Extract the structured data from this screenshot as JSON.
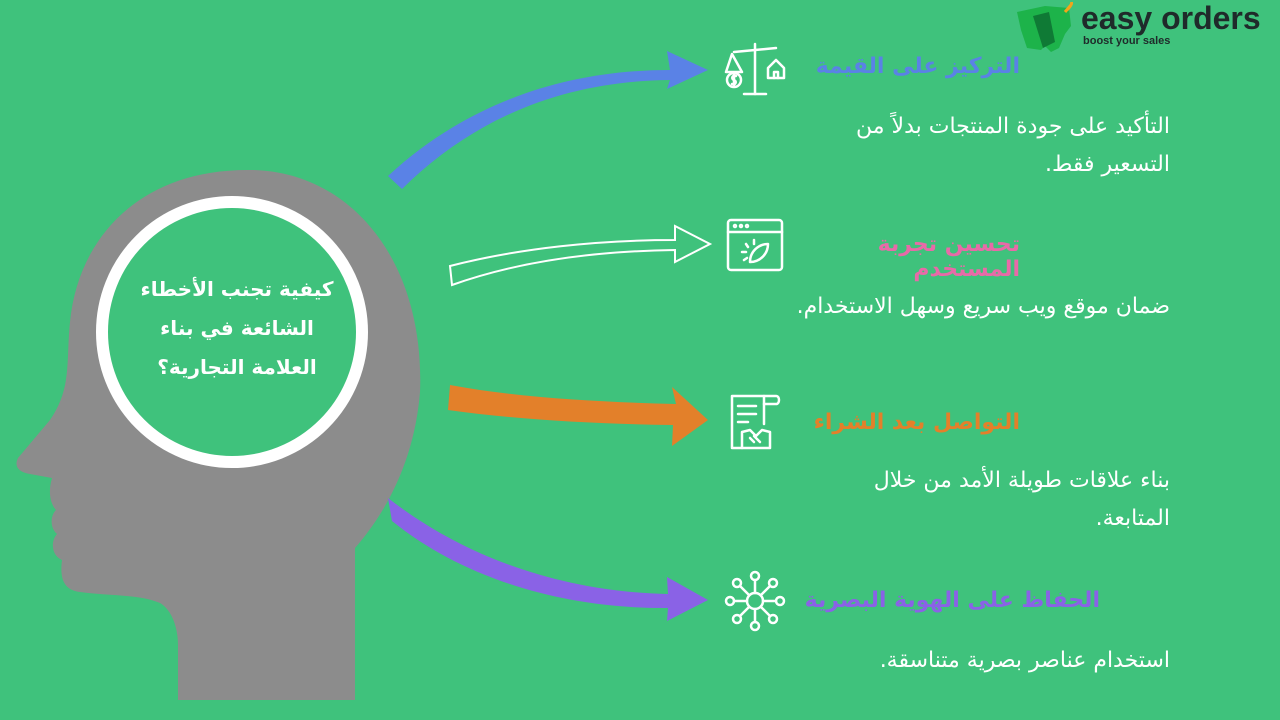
{
  "brand": {
    "name": "easy orders",
    "tagline": "boost your sales",
    "color": "#1f2a2a",
    "logo_colors": [
      "#1db34a",
      "#0f7a35",
      "#f2a51a"
    ]
  },
  "center": {
    "lines": [
      "كيفية تجنب الأخطاء",
      "الشائعة في بناء",
      "العلامة التجارية؟"
    ]
  },
  "colors": {
    "background": "#3fc27c",
    "head": "#8c8c8c",
    "circle_fill": "#3fc27c",
    "circle_stroke": "#ffffff",
    "icon_stroke": "#ffffff"
  },
  "items": [
    {
      "title": "التركيز على القيمة",
      "desc_lines": [
        "التأكيد على جودة المنتجات بدلاً من",
        "التسعير فقط."
      ],
      "color": "#5a82e6",
      "arrow_style": "filled",
      "icon": "balance-scale-icon"
    },
    {
      "title": "تحسين تجربة المستخدم",
      "desc_lines": [
        "ضمان موقع ويب سريع وسهل الاستخدام."
      ],
      "color": "#e86aa8",
      "arrow_style": "outline",
      "icon": "browser-window-icon"
    },
    {
      "title": "التواصل بعد الشراء",
      "desc_lines": [
        "بناء علاقات طويلة الأمد من خلال",
        "المتابعة."
      ],
      "color": "#e3802a",
      "arrow_style": "filled",
      "icon": "document-handshake-icon"
    },
    {
      "title": "الحفاظ على الهوية البصرية",
      "desc_lines": [
        "استخدام عناصر بصرية متناسقة."
      ],
      "color": "#8a62e6",
      "arrow_style": "filled",
      "icon": "network-nodes-icon"
    }
  ]
}
